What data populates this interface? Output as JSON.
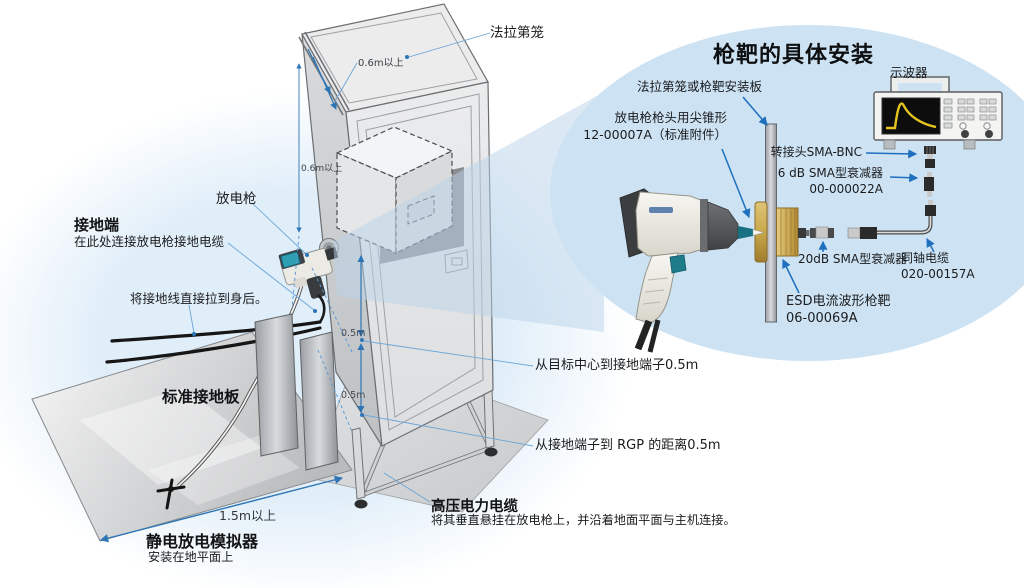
{
  "colors": {
    "accent_blue": "#2e75b6",
    "arrow_blue": "#1e6fbe",
    "leader_blue": "#6aa5d8",
    "bubble_fill": "#cde3f4",
    "beam_fill": "#b9d4ea",
    "waveform_yellow": "#e6c41f",
    "target_gold": "#c9a84c",
    "gun_teal": "#1d7b8a"
  },
  "scene": {
    "faraday_cage_label": "法拉第笼",
    "top_clearance": "0.6m以上",
    "side_clearance": "0.6m以上",
    "discharge_gun_label": "放电枪",
    "ground_terminal_title": "接地端",
    "ground_terminal_desc": "在此处连接放电枪接地电缆",
    "ground_wire_note": "将接地线直接拉到身后。",
    "ground_plane_label": "标准接地板",
    "dim_target_to_terminal": "0.5m",
    "dim_terminal_to_rgp": "0.5m",
    "note_target_to_terminal": "从目标中心到接地端子0.5m",
    "note_terminal_to_rgp": "从接地端子到 RGP 的距离0.5m",
    "hv_cable_title": "高压电力电缆",
    "hv_cable_desc": "将其垂直悬挂在放电枪上，并沿着地面平面与主机连接。",
    "dim_floor": "1.5m以上",
    "simulator_title": "静电放电模拟器",
    "simulator_desc": "安装在地平面上"
  },
  "callout": {
    "title": "枪靶的具体安装",
    "mounting_plate_label": "法拉第笼或枪靶安装板",
    "gun_tip_line1": "放电枪枪头用尖锥形",
    "gun_tip_line2": "12-00007A（标准附件）",
    "oscilloscope_label": "示波器",
    "adapter_label": "转接头SMA-BNC",
    "attenuator6_label": "6 dB SMA型衰减器",
    "attenuator6_part": "00-000022A",
    "attenuator20_label": "20dB SMA型衰减器",
    "coax_label": "同轴电缆",
    "coax_part": "020-00157A",
    "target_label": "ESD电流波形枪靶",
    "target_part": "06-00069A"
  }
}
